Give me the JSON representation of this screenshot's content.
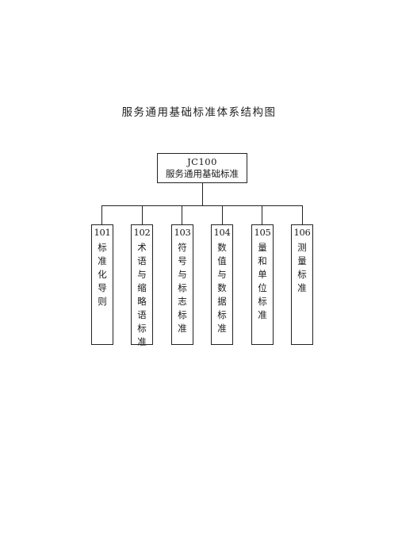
{
  "title": "服务通用基础标准体系结构图",
  "root": {
    "code": "JC100",
    "name": "服务通用基础标准"
  },
  "children": [
    {
      "code": "101",
      "name": "标准化导则"
    },
    {
      "code": "102",
      "name": "术语与缩略语标准"
    },
    {
      "code": "103",
      "name": "符号与标志标准"
    },
    {
      "code": "104",
      "name": "数值与数据标准"
    },
    {
      "code": "105",
      "name": "量和单位标准"
    },
    {
      "code": "106",
      "name": "测量标准"
    }
  ]
}
